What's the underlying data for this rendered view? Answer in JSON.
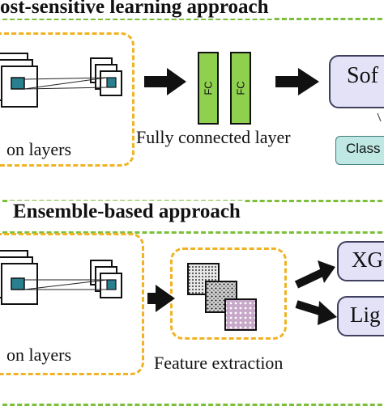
{
  "top_section": {
    "title": "ost-sensitive learning approach",
    "conv_label": "on layers",
    "fc_label_1": "FC",
    "fc_label_2": "FC",
    "fc_caption": "Fully connected layer",
    "output_label": "Sof",
    "class_label": "Class"
  },
  "bottom_section": {
    "title": "Ensemble-based approach",
    "conv_label": "on layers",
    "feature_caption": "Feature extraction",
    "output_1_label": "XG",
    "output_2_label": "Lig"
  },
  "colors": {
    "green_dash": "#7cbf3a",
    "orange_dash": "#f0b323",
    "fc_fill": "#8fd14f",
    "output_fill": "#e3e2f7",
    "class_fill": "#bfe8e4",
    "feature_map_fill": "#2a7f8e"
  }
}
